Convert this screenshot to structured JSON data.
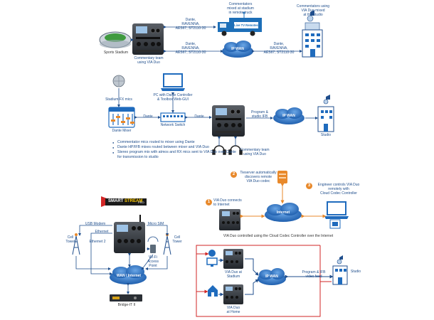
{
  "top": {
    "stadium": "Sports Stadium",
    "commentary": "Commentary team\nusing VIA Duo",
    "dante_upper": "Dante,\nRAVENNA,\nAES67, ST2110-30",
    "dante_lower": "Dante,\nRAVENNA,\nAES67, ST2110-30",
    "dante_right": "Dante,\nRAVENNA,\nAES67, ST2110-30",
    "remote_truck_caption": "Commentators\nmixed at stadium\nin remote truck",
    "truck_label": "Live TV Remotes",
    "studio_caption": "Commentators using\nVIA Duo mixed\nat the studio",
    "ipwan": "IP WAN"
  },
  "middle": {
    "stadium_fx": "Stadium FX mics",
    "pc": "PC with Dante Controller\n& Toolbox Web-GUI",
    "mixer": "Dante Mixer",
    "switch": "Network Switch",
    "dante_left": "Dante",
    "dante_right": "Dante",
    "program": "Program &\nstudio IFB",
    "ipwan": "IP WAN",
    "studio": "Studio",
    "commentary": "Commentary team\nusing VIA Duo",
    "bullets": [
      "Commentator mics routed to mixer using Dante",
      "Dante HP/IFB mixes routed between mixer and VIA Duo",
      "Stereo program mix with atmos and RX mics sent to VIA Duo over Dante for transmission to studio"
    ]
  },
  "cloud_section": {
    "step1": "VIA Duo connects\nto Internet",
    "step2": "Tieserver automatically\ndiscovers remote\nVIA Duo codec",
    "step3": "Engineer controls VIA Duo\nremotely with\nCloud Codec Controller",
    "n1": "1",
    "n2": "2",
    "n3": "3",
    "internet": "Internet",
    "caption": "VIA Duo controlled using the Cloud Codec Controller over the Internet"
  },
  "bonding": {
    "logo_a": "SMART",
    "logo_b": "STREAM",
    "logo_c": "PRO",
    "usb_modem": "USB Modem",
    "micro_sim": "Micro SIM",
    "ethernet": "Ethernet",
    "ethernet2": "Ethernet 2",
    "cell_tower_left": "Cell\nTower",
    "cell_tower_right": "Cell\nTower",
    "wifi": "Wi-Fi\nAccess\nPoint",
    "wan": "WAN / Internet",
    "bridge": "Bridge-IT II"
  },
  "bottom_right": {
    "stadium": "VIA Duo at\nStadium",
    "home": "VIA Duo\nat Home",
    "ipwan": "IP WAN",
    "program": "Program & IFB\nvideo feed",
    "studio": "Studio"
  },
  "colors": {
    "line": "#1f4e8c",
    "orange": "#e8892b",
    "red": "#d12626",
    "cloud": "#2a73c4"
  }
}
